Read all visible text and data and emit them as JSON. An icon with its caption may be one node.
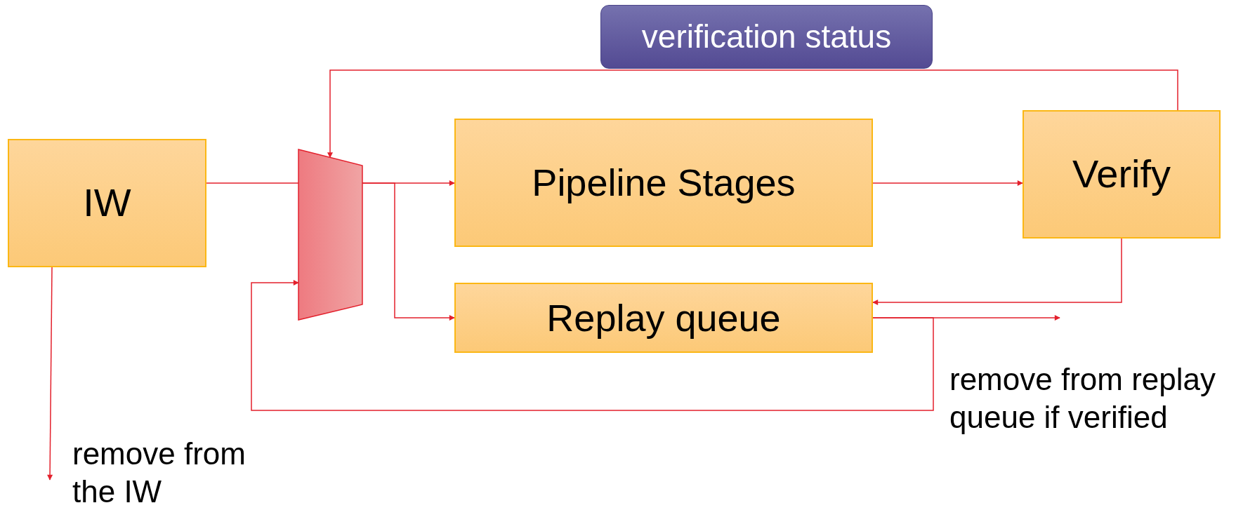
{
  "diagram": {
    "nodes": [
      {
        "text": [
          "verification status"
        ]
      },
      {
        "text": [
          "IW"
        ]
      },
      {
        "text": [],
        "shape": "trapezoid"
      },
      {
        "text": [
          "Pipeline Stages"
        ]
      },
      {
        "text": [
          "Verify"
        ]
      },
      {
        "text": [
          "Replay queue"
        ]
      }
    ],
    "edges": [
      {
        "from": 1,
        "to": 2,
        "arrow": "none"
      },
      {
        "from": 2,
        "to": 3,
        "arrow": "to"
      },
      {
        "from": 2,
        "to": 5,
        "arrow": "to"
      },
      {
        "from": 3,
        "to": 4,
        "arrow": "to"
      },
      {
        "from": 4,
        "to": 2,
        "arrow": "to"
      },
      {
        "from": 4,
        "to": 5,
        "arrow": "to"
      },
      {
        "from": 5,
        "to": null,
        "arrow": "to"
      },
      {
        "from": 5,
        "to": 2,
        "arrow": "to"
      },
      {
        "from": 1,
        "to": null,
        "arrow": "to"
      }
    ],
    "labels": [
      "remove from the IW",
      "remove from replay queue if verified"
    ]
  }
}
